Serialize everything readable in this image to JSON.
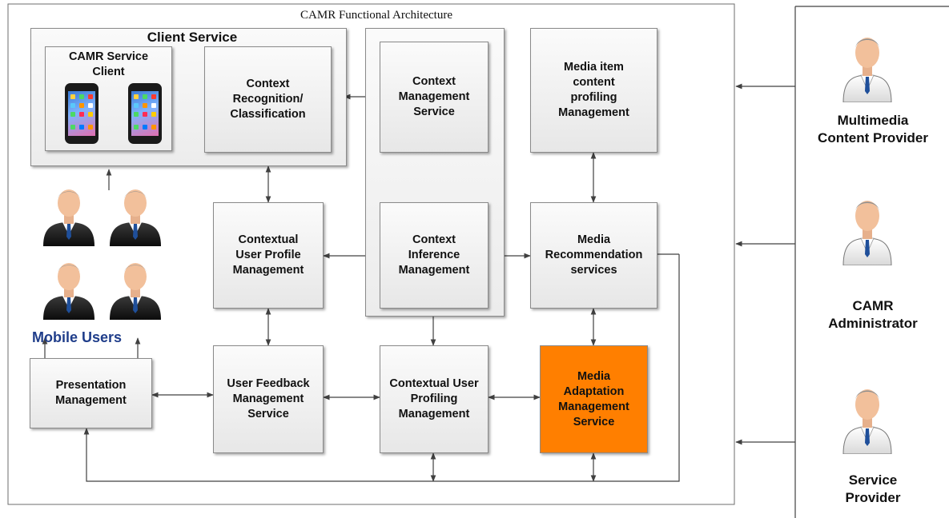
{
  "title": "CAMR  Functional Architecture",
  "client_service": {
    "label": "Client Service",
    "client_box_label": "CAMR Service\nClient"
  },
  "mobile_users_label": "Mobile Users",
  "boxes": {
    "context_recognition": "Context\nRecognition/\nClassification",
    "context_management": "Context\nManagement\nService",
    "media_item_profiling": "Media item\ncontent\nprofiling\nManagement",
    "contextual_user_profile": "Contextual\nUser Profile\nManagement",
    "context_inference": "Context\nInference\nManagement",
    "media_recommendation": "Media\nRecommendation\nservices",
    "presentation": "Presentation\nManagement",
    "user_feedback": "User Feedback\nManagement\nService",
    "contextual_user_profiling": "Contextual User\nProfiling\nManagement",
    "media_adaptation": "Media\nAdaptation\nManagement\nService"
  },
  "actors": {
    "multimedia_provider": "Multimedia\nContent Provider",
    "administrator": "CAMR\nAdministrator",
    "service_provider": "Service\nProvider"
  },
  "colors": {
    "highlight": "#ff7f00",
    "mobile_users_text": "#1f3d8a",
    "line": "#404040"
  },
  "icons": [
    "smartphone-icon",
    "business-user-icon",
    "white-coat-user-icon"
  ]
}
